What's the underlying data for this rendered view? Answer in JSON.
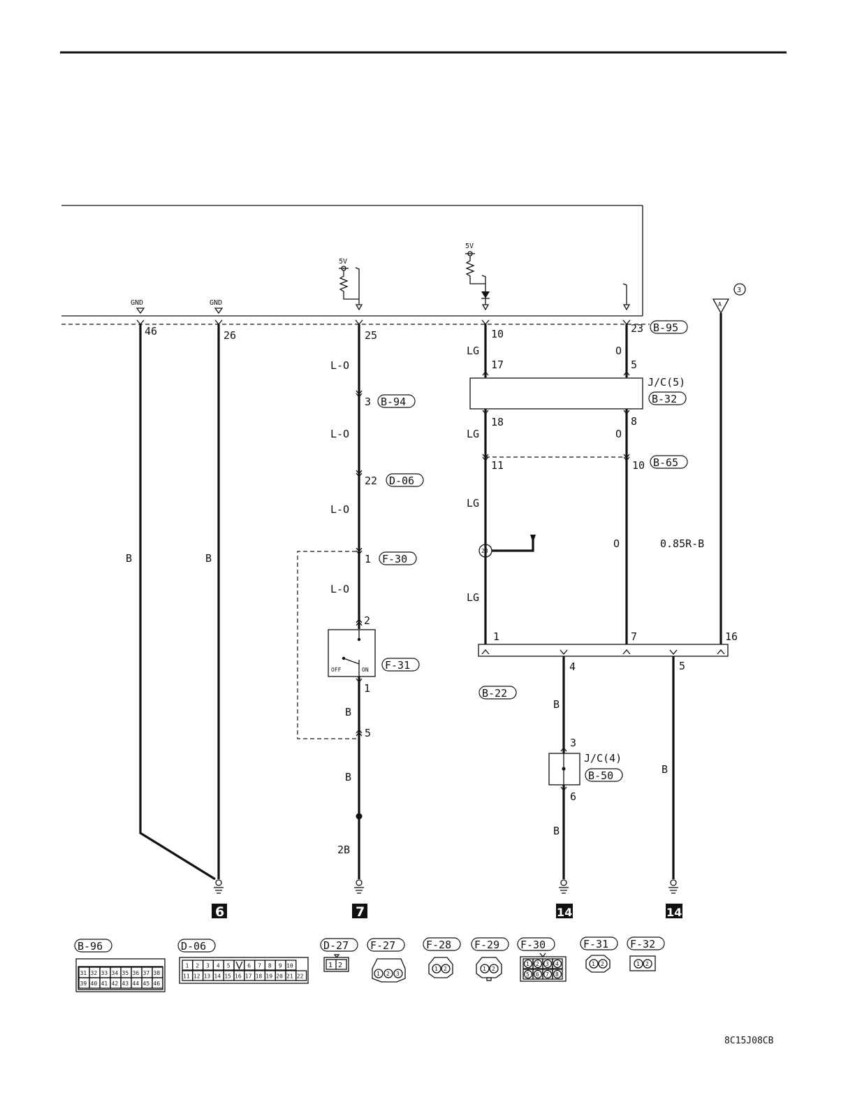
{
  "diagram_code": "8C15J08CB",
  "ecu": {
    "gnd_labels": [
      "GND",
      "GND"
    ],
    "supply_labels": [
      "5V",
      "5V"
    ],
    "pins": [
      "46",
      "26",
      "25",
      "10",
      "23"
    ],
    "connector": "B-95"
  },
  "wires": {
    "w46": "B",
    "w26": "B",
    "l_o": [
      "L-O",
      "L-O",
      "L-O",
      "L-O"
    ],
    "b_after_switch": "B",
    "b_after_f30": "B",
    "w_2b": "2B",
    "lg": [
      "LG",
      "LG",
      "LG",
      "LG"
    ],
    "o": [
      "O",
      "O",
      "O"
    ],
    "r_b": "0.85R-B",
    "b4": [
      "B",
      "B"
    ],
    "b5": "B"
  },
  "connectors": {
    "b94": {
      "pin": "3",
      "id": "B-94"
    },
    "d06": {
      "pin": "22",
      "id": "D-06"
    },
    "f30": {
      "pin_top": "1",
      "pin_bottom": "5",
      "id": "F-30"
    },
    "jc5": {
      "name": "J/C(5)",
      "id": "B-32",
      "pins": [
        "17",
        "5",
        "18",
        "8"
      ]
    },
    "b65": {
      "pins": [
        "11",
        "10"
      ],
      "id": "B-65"
    },
    "splice": "23",
    "antenna_ref": "A",
    "antenna_circle": "3"
  },
  "switch": {
    "id": "F-31",
    "pins": [
      "2",
      "1"
    ],
    "off_label": "OFF",
    "on_label": "ON"
  },
  "b22": {
    "id": "B-22",
    "pins": [
      "1",
      "7",
      "16",
      "4",
      "5"
    ]
  },
  "jc4": {
    "name": "J/C(4)",
    "id": "B-50",
    "pins": [
      "3",
      "6"
    ]
  },
  "grounds": [
    "6",
    "7",
    "14",
    "14"
  ],
  "connector_views": [
    {
      "id": "B-96",
      "rows": [
        [
          "31",
          "32",
          "33",
          "34",
          "35",
          "36",
          "37",
          "38"
        ],
        [
          "39",
          "40",
          "41",
          "42",
          "43",
          "44",
          "45",
          "46"
        ]
      ]
    },
    {
      "id": "D-06",
      "rows": [
        [
          "1",
          "2",
          "3",
          "4",
          "5",
          "",
          "6",
          "7",
          "8",
          "9",
          "10"
        ],
        [
          "11",
          "12",
          "13",
          "14",
          "15",
          "16",
          "17",
          "18",
          "19",
          "20",
          "21",
          "22"
        ]
      ]
    },
    {
      "id": "D-27",
      "pins": [
        "1",
        "2"
      ]
    },
    {
      "id": "F-27",
      "pins": [
        "1",
        "2",
        "3"
      ]
    },
    {
      "id": "F-28",
      "pins": [
        "1",
        "2"
      ]
    },
    {
      "id": "F-29",
      "pins": [
        "1",
        "2"
      ]
    },
    {
      "id": "F-30",
      "rows": [
        [
          "1",
          "2",
          "3",
          "4"
        ],
        [
          "5",
          "6",
          "7",
          "8"
        ]
      ]
    },
    {
      "id": "F-31",
      "pins": [
        "1",
        "2"
      ]
    },
    {
      "id": "F-32",
      "pins": [
        "1",
        "2"
      ]
    }
  ]
}
